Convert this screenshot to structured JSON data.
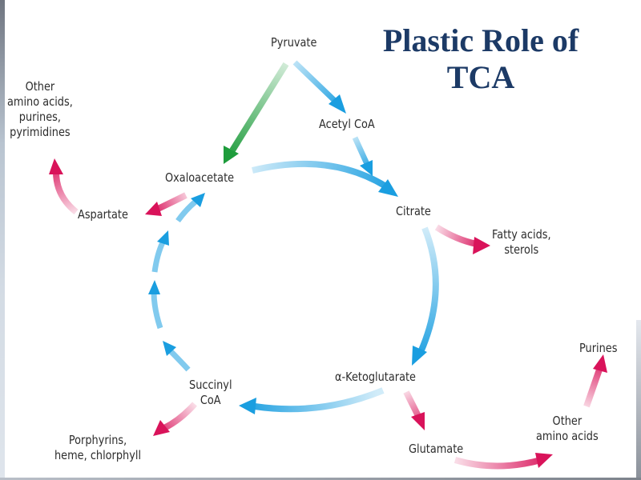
{
  "title": {
    "line1": "Plastic Role of",
    "line2": "TCA"
  },
  "colors": {
    "title": "#1c3a66",
    "cycle_arrow": "#1a9ee0",
    "biosynthesis_arrow": "#d9135a",
    "anaplerotic_arrow": "#1e9c3c",
    "label_text": "#2d2d2d"
  },
  "nodes": {
    "pyruvate": "Pyruvate",
    "acetyl_coa": "Acetyl CoA",
    "citrate": "Citrate",
    "alpha_ketoglutarate": "α-Ketoglutarate",
    "succinyl_coa": [
      "Succinyl",
      "CoA"
    ],
    "oxaloacetate": "Oxaloacetate",
    "aspartate": "Aspartate",
    "glutamate": "Glutamate",
    "fatty_acids": [
      "Fatty acids,",
      "sterols"
    ],
    "other_amino_acids_left": [
      "Other",
      "amino acids,",
      "purines,",
      "pyrimidines"
    ],
    "porphyrins": [
      "Porphyrins,",
      "heme, chlorphyll"
    ],
    "other_amino_acids_right": [
      "Other",
      "amino acids"
    ],
    "purines": "Purines"
  },
  "edges": [
    {
      "from": "Pyruvate",
      "to": "Acetyl CoA",
      "type": "cycle"
    },
    {
      "from": "Pyruvate",
      "to": "Oxaloacetate",
      "type": "anaplerotic"
    },
    {
      "from": "Acetyl CoA",
      "to": "Citrate",
      "type": "cycle"
    },
    {
      "from": "Oxaloacetate",
      "to": "Citrate",
      "type": "cycle"
    },
    {
      "from": "Citrate",
      "to": "α-Ketoglutarate",
      "type": "cycle"
    },
    {
      "from": "α-Ketoglutarate",
      "to": "Succinyl CoA",
      "type": "cycle"
    },
    {
      "from": "Succinyl CoA",
      "to": "Oxaloacetate",
      "type": "cycle"
    },
    {
      "from": "Citrate",
      "to": "Fatty acids, sterols",
      "type": "biosynthesis"
    },
    {
      "from": "Oxaloacetate",
      "to": "Aspartate",
      "type": "biosynthesis"
    },
    {
      "from": "Aspartate",
      "to": "Other amino acids, purines, pyrimidines",
      "type": "biosynthesis"
    },
    {
      "from": "α-Ketoglutarate",
      "to": "Glutamate",
      "type": "biosynthesis"
    },
    {
      "from": "Glutamate",
      "to": "Other amino acids",
      "type": "biosynthesis"
    },
    {
      "from": "Other amino acids",
      "to": "Purines",
      "type": "biosynthesis"
    },
    {
      "from": "Succinyl CoA",
      "to": "Porphyrins, heme, chlorphyll",
      "type": "biosynthesis"
    }
  ]
}
